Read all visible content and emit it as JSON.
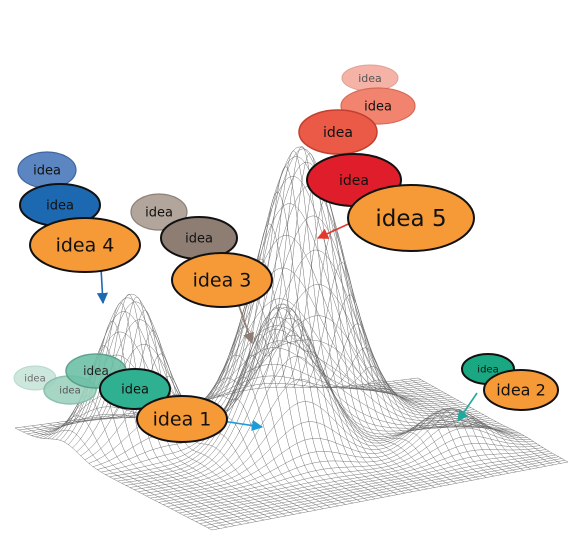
{
  "ideas": [
    {
      "label": "idea 1",
      "color": "#f59a37"
    },
    {
      "label": "idea 2",
      "color": "#f59a37"
    },
    {
      "label": "idea 3",
      "color": "#f59a37"
    },
    {
      "label": "idea 4",
      "color": "#f59a37"
    },
    {
      "label": "idea 5",
      "color": "#f59a37"
    }
  ],
  "small_label": "idea",
  "palettes": {
    "teal": [
      "#c6e3d8",
      "#9ed2bf",
      "#6cc0a6",
      "#2fb191"
    ],
    "blue": [
      "#5c86c2",
      "#1d69b1"
    ],
    "taupe": [
      "#b2a59b",
      "#8e7d72"
    ],
    "red": [
      "#f4b3a6",
      "#f2846f",
      "#ea5a47",
      "#e01e2b"
    ],
    "green": [
      "#1aa883"
    ]
  },
  "arrow_colors": {
    "idea1": "#1c9bd6",
    "idea2": "#21a89c",
    "idea3": "#8e7d72",
    "idea4": "#1d69b1",
    "idea5": "#e0392e"
  },
  "surface_color": "#666666"
}
